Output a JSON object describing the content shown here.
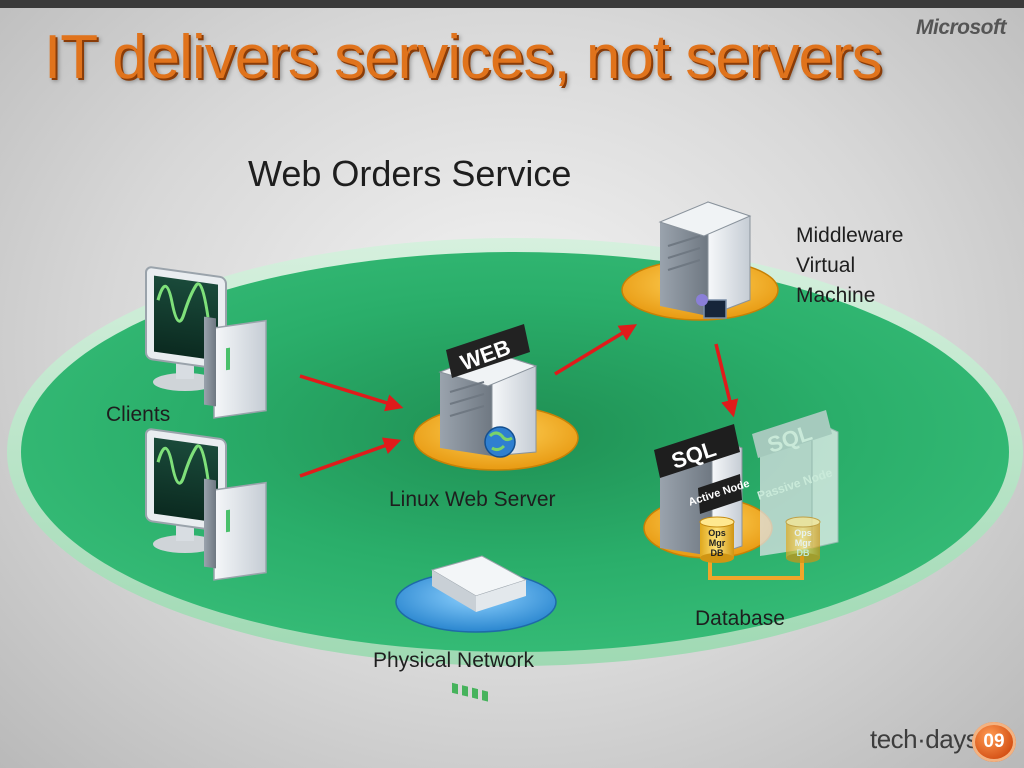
{
  "slide": {
    "title": "IT delivers services, not servers",
    "brand": "Microsoft",
    "subtitle": "Web Orders Service"
  },
  "nodes": {
    "clients": "Clients",
    "web_server": "Linux Web Server",
    "middleware": [
      "Middleware",
      "Virtual",
      "Machine"
    ],
    "database": "Database",
    "network": "Physical Network"
  },
  "icons": {
    "web_tag": "WEB",
    "sql_tag": "SQL",
    "active_node": "Active Node",
    "passive_node": "Passive Node",
    "db_label": [
      "Ops",
      "Mgr",
      "DB"
    ]
  },
  "footer": {
    "event": "tech·days",
    "year": "09"
  },
  "colors": {
    "title": "#e0731c",
    "ellipse": "#2aae6a",
    "ellipse_rim": "#b6e5c6",
    "platform_orange": "#f5b01e",
    "platform_blue": "#3e9ee0",
    "arrow": "#e01b1b",
    "db_cylinder": "#f2c233"
  }
}
